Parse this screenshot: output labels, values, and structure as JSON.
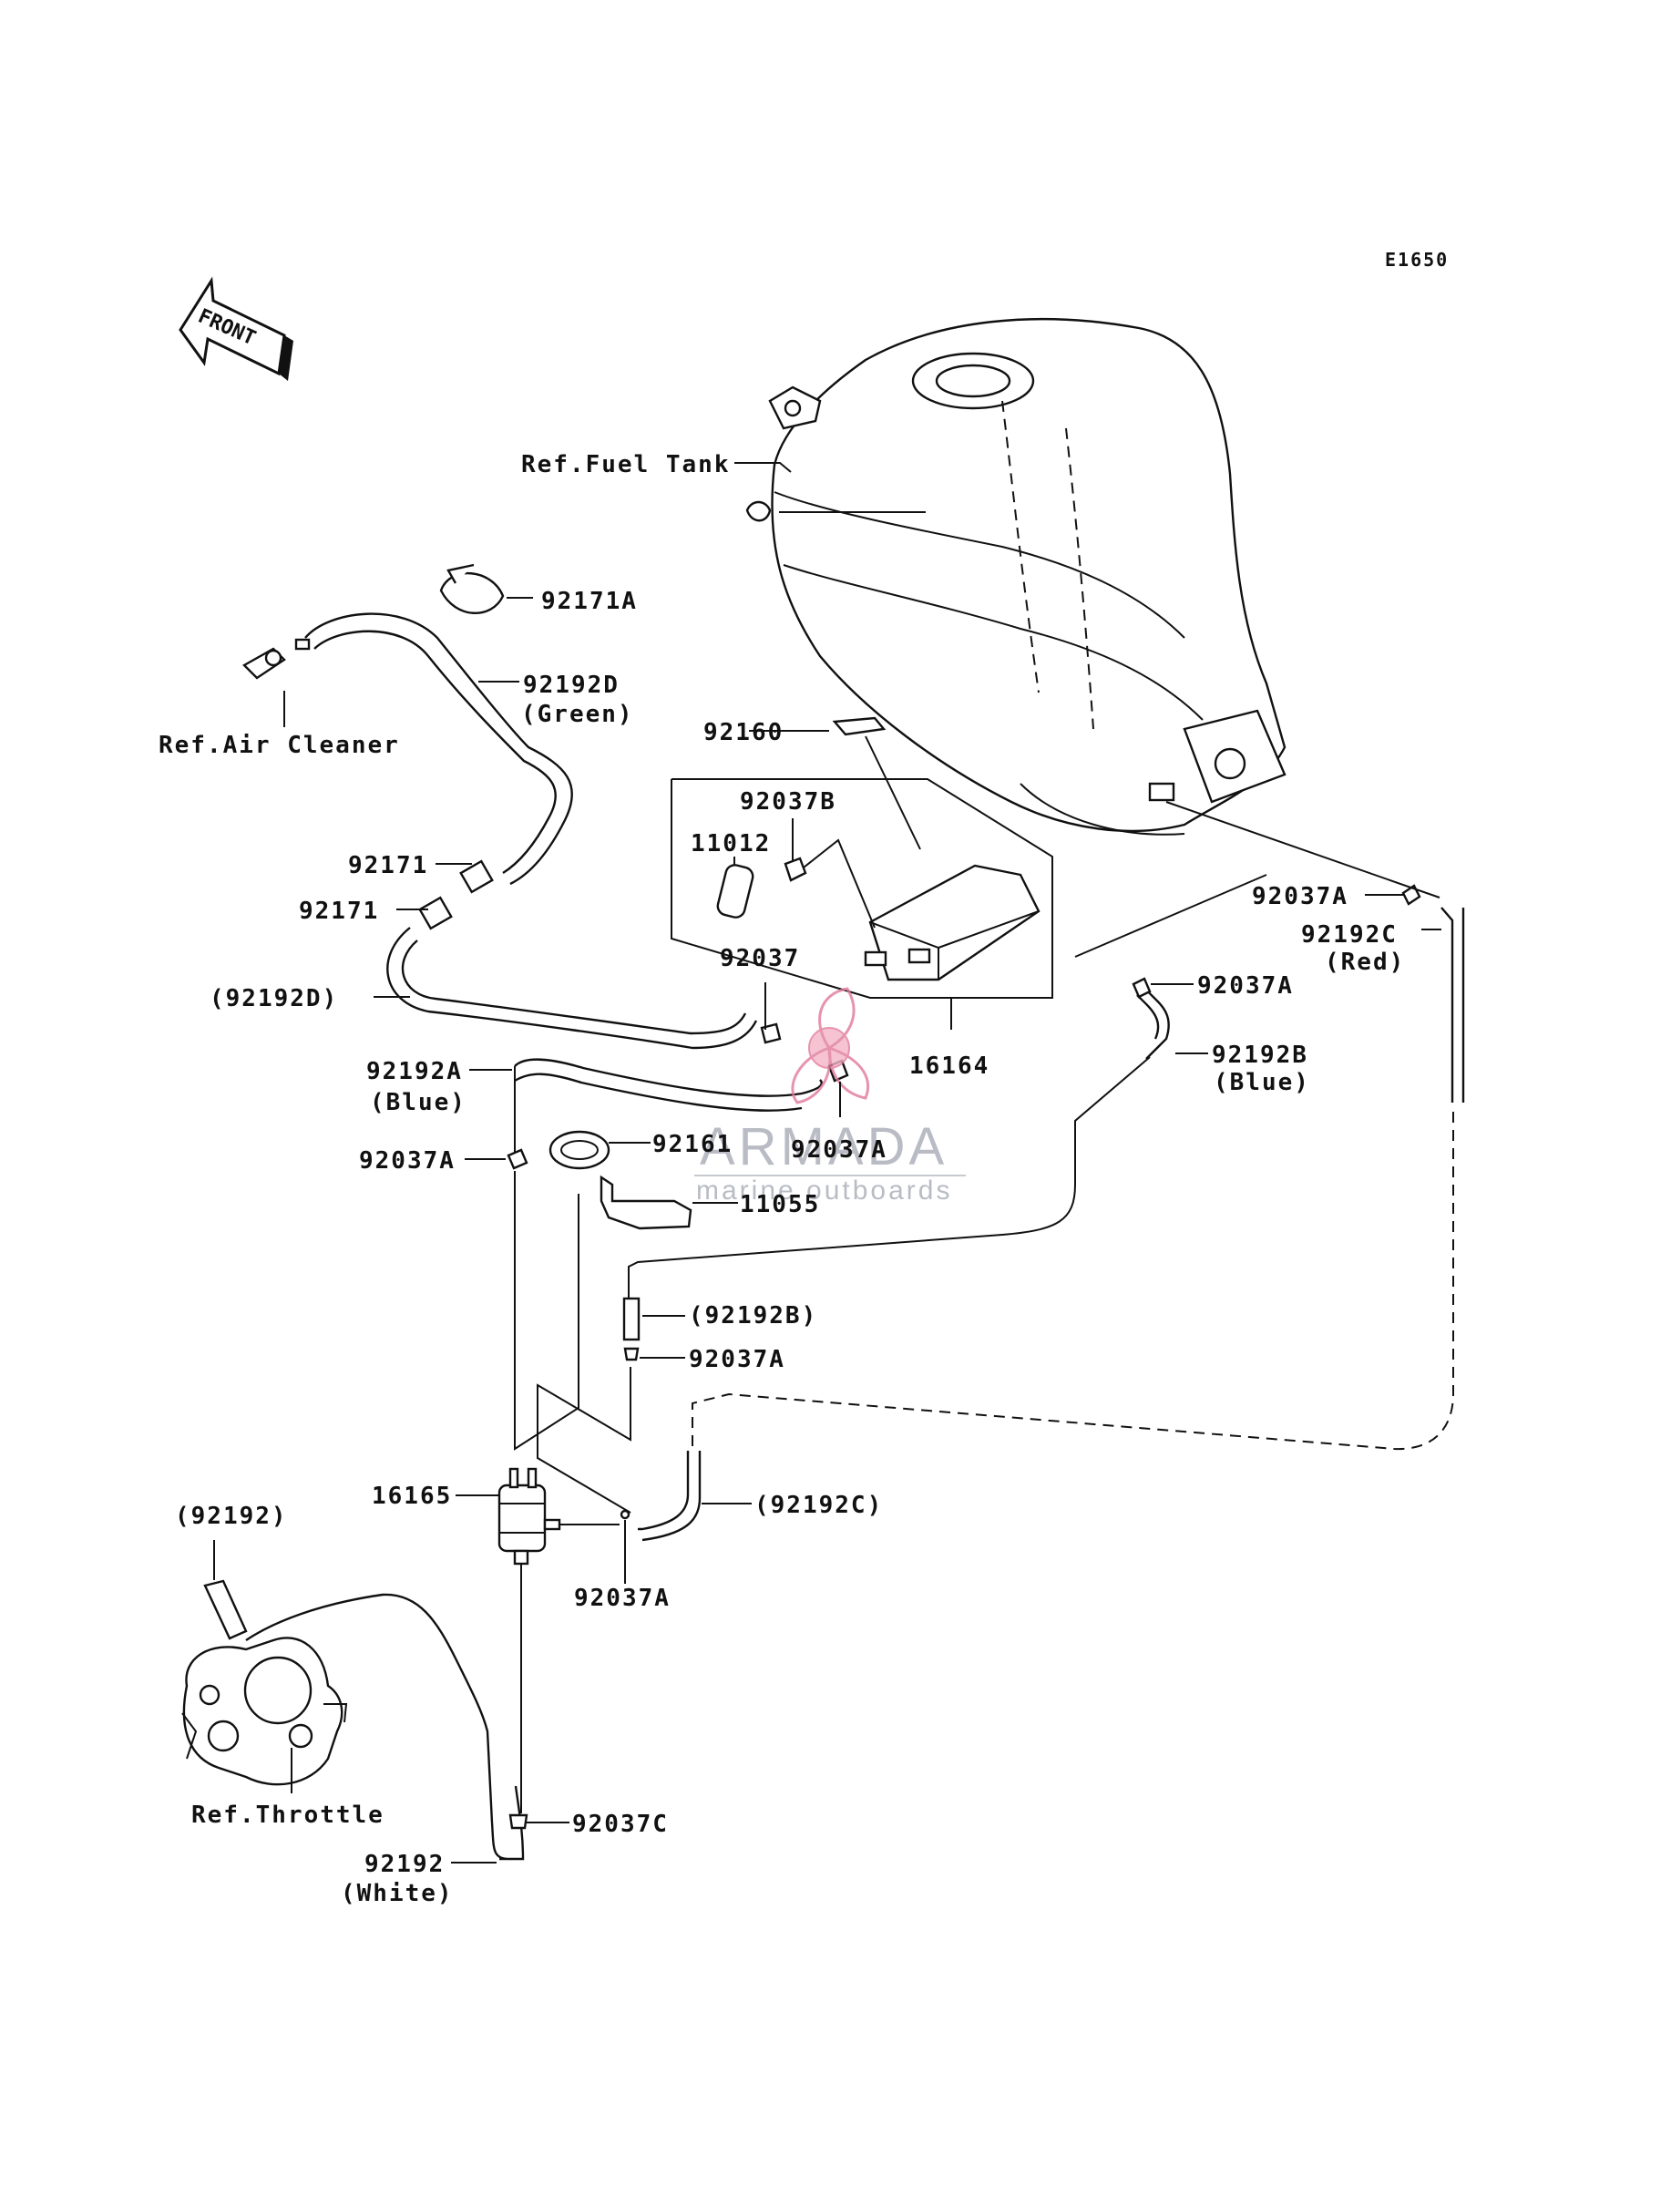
{
  "diagram_code": "E1650",
  "front_label": "FRONT",
  "watermark": {
    "brand": "ARMADA",
    "tagline": "marine outboards"
  },
  "labels": {
    "ref_fuel_tank": "Ref.Fuel Tank",
    "ref_air_cleaner": "Ref.Air Cleaner",
    "ref_throttle": "Ref.Throttle",
    "p92171A": "92171A",
    "p92192D": "92192D",
    "green": "(Green)",
    "p92160": "92160",
    "p92037B": "92037B",
    "p11012": "11012",
    "p92171_1": "92171",
    "p92171_2": "92171",
    "p92037A_tank": "92037A",
    "p92192C": "92192C",
    "red": "(Red)",
    "p92037_mid": "92037",
    "p92192D_paren": "(92192D)",
    "p92037A_right": "92037A",
    "p92192A": "92192A",
    "blue_a": "(Blue)",
    "p16164": "16164",
    "p92192B": "92192B",
    "blue_b": "(Blue)",
    "p92161": "92161",
    "p92037A_canister": "92037A",
    "p92037A_left": "92037A",
    "p11055": "11055",
    "p92192B_paren": "(92192B)",
    "p92037A_low": "92037A",
    "p16165": "16165",
    "p92192C_paren": "(92192C)",
    "p92192_paren": "(92192)",
    "p92037A_filter": "92037A",
    "p92037C": "92037C",
    "p92192": "92192",
    "white": "(White)"
  }
}
